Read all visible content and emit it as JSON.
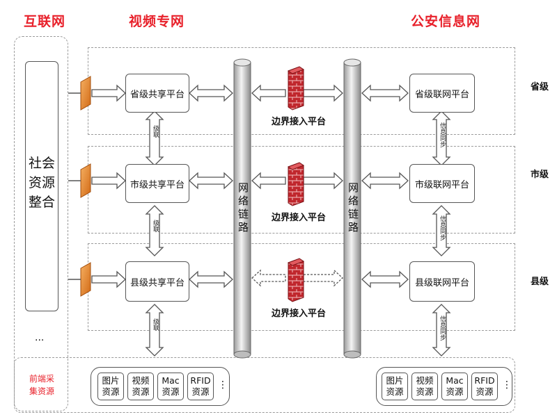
{
  "headers": {
    "internet": "互联网",
    "video_net": "视频专网",
    "police_net": "公安信息网"
  },
  "social": {
    "label_lines": [
      "社会",
      "资源",
      "整合"
    ],
    "ellipsis": "..."
  },
  "front_end": {
    "line1": "前端采",
    "line2": "集资源"
  },
  "tiers": [
    {
      "level": "省级",
      "share": "省级共享平台",
      "police": "省级联网平台",
      "border": "边界接入平台"
    },
    {
      "level": "市级",
      "share": "市级共享平台",
      "police": "市级联网平台",
      "border": "边界接入平台"
    },
    {
      "level": "县级",
      "share": "县级共享平台",
      "police": "县级联网平台",
      "border": "边界接入平台"
    }
  ],
  "link_label": "网络链路",
  "sync_labels": {
    "video": "级联",
    "police": "信息同步"
  },
  "resources": [
    {
      "name": "图片资源"
    },
    {
      "name": "视频资源"
    },
    {
      "name": "Mac资源"
    },
    {
      "name": "RFID资源"
    }
  ],
  "resources_more": "⋮",
  "colors": {
    "header_red": "#e8202a",
    "firewall_red": "#c0272d",
    "arrow_fill": "#ffffff",
    "arrow_stroke": "#555555"
  }
}
